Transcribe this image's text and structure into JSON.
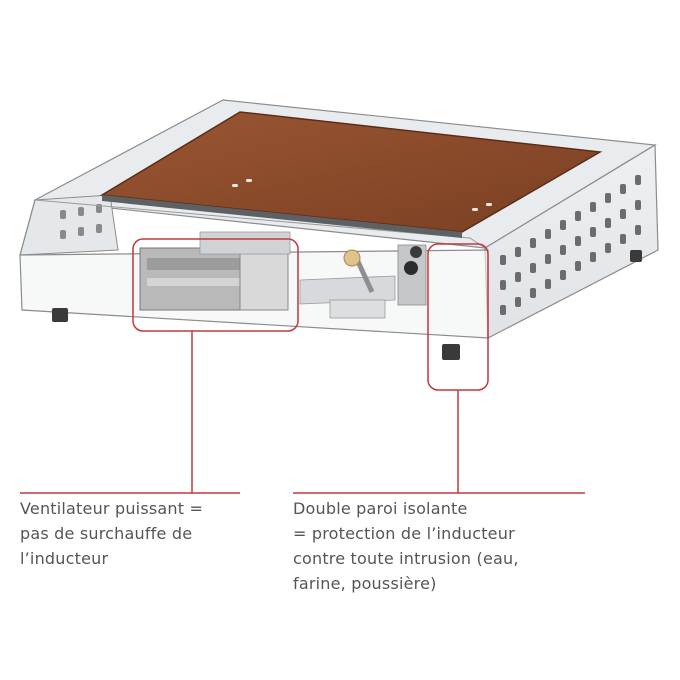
{
  "colors": {
    "accent": "#c0393f",
    "plate": "#8a4a2b",
    "casing_stroke": "#8c8c8c",
    "text": "#555555"
  },
  "callouts": [
    {
      "id": "fan",
      "lines": [
        "Ventilateur puissant =",
        "pas de surchauffe de",
        "l’inducteur"
      ]
    },
    {
      "id": "double-wall",
      "lines": [
        "Double paroi isolante",
        "= protection de l’inducteur",
        "contre toute intrusion (eau,",
        "farine, poussière)"
      ]
    }
  ]
}
